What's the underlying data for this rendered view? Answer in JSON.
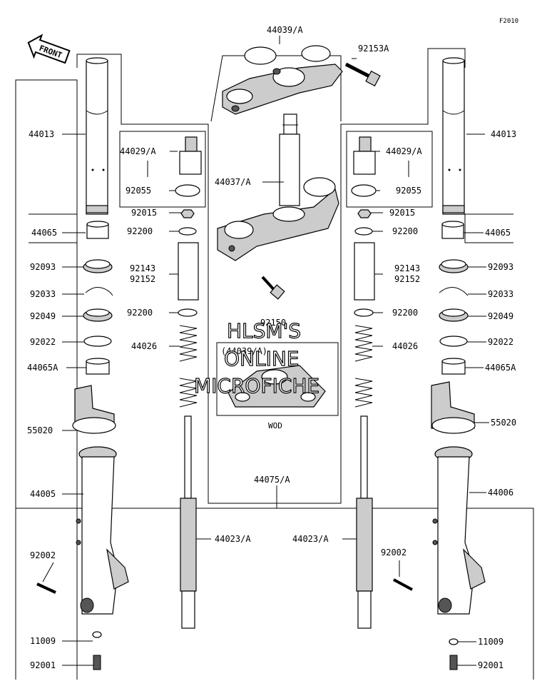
{
  "header": {
    "corner_code": "F2010",
    "front_badge": "FRONT"
  },
  "watermark": {
    "line1": "HLSM'S",
    "line2": "ONLINE",
    "line3": "MICROFICHE"
  },
  "inset": {
    "code": "(44039/A)",
    "caption": "WOD"
  },
  "labels": {
    "c44039": "44039/A",
    "c92153": "92153A",
    "c44037": "44037/A",
    "c92150": "92150",
    "c44075": "44075/A",
    "c44023L": "44023/A",
    "c44023R": "44023/A",
    "L44013": "44013",
    "L44065": "44065",
    "L92093": "92093",
    "L92033": "92033",
    "L92049": "92049",
    "L92022": "92022",
    "L44065A": "44065A",
    "L55020": "55020",
    "L44005": "44005",
    "L92002": "92002",
    "L11009": "11009",
    "L92001": "92001",
    "Li44029": "44029/A",
    "Li92055": "92055",
    "Li92015": "92015",
    "Li92200a": "92200",
    "Li92143": "92143",
    "Li92152": "92152",
    "Li92200b": "92200",
    "Li44026": "44026",
    "Ri44029": "44029/A",
    "Ri92055": "92055",
    "Ri92015": "92015",
    "Ri92200a": "92200",
    "Ri92143": "92143",
    "Ri92152": "92152",
    "Ri92200b": "92200",
    "Ri44026": "44026",
    "R44013": "44013",
    "R44065": "44065",
    "R92093": "92093",
    "R92033": "92033",
    "R92049": "92049",
    "R92022": "92022",
    "R44065A": "44065A",
    "R55020": "55020",
    "R44006": "44006",
    "R92002": "92002",
    "R11009": "11009",
    "R92001": "92001"
  }
}
